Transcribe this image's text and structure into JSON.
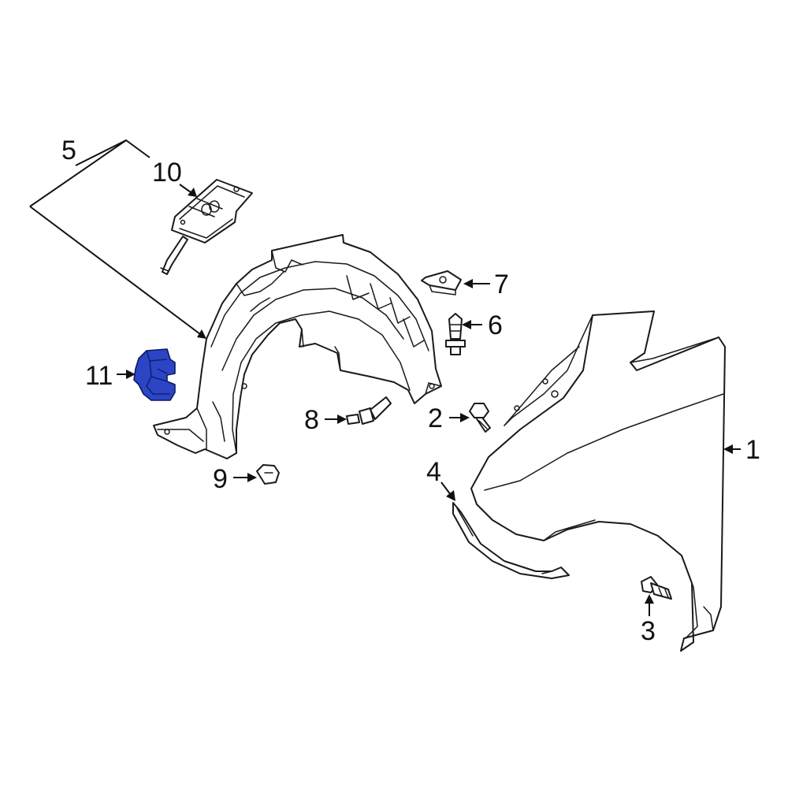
{
  "diagram": {
    "highlight_color": "#2b45c4",
    "line_color": "#1a1a1a",
    "callouts": {
      "c1": "1",
      "c2": "2",
      "c3": "3",
      "c4": "4",
      "c5": "5",
      "c6": "6",
      "c7": "7",
      "c8": "8",
      "c9": "9",
      "c10": "10",
      "c11": "11"
    },
    "highlighted_part": "11"
  }
}
